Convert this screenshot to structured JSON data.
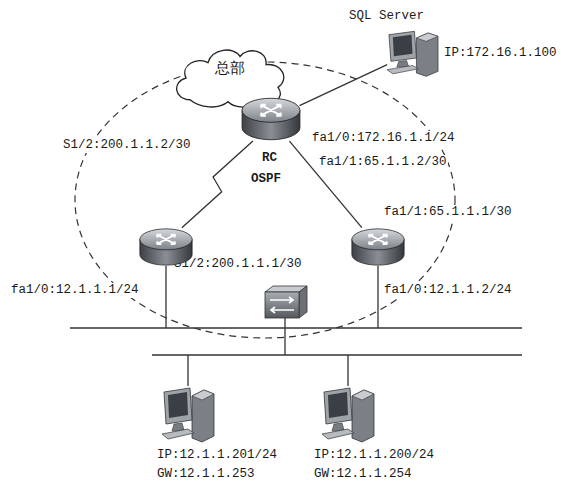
{
  "diagram": {
    "nodes": [
      {
        "text": [
          "总部"
        ]
      },
      {
        "text": [
          "SQL Server",
          "IP:172.16.1.100"
        ]
      },
      {
        "text": [
          "RC"
        ]
      },
      {
        "text": [
          "fa1/0:12.1.1.1/24"
        ]
      },
      {
        "text": [
          "fa1/0:12.1.1.2/24"
        ]
      },
      {
        "text": [
          "IP:12.1.1.201/24",
          "GW:12.1.1.253"
        ]
      },
      {
        "text": [
          "IP:12.1.1.200/24",
          "GW:12.1.1.254"
        ]
      }
    ],
    "edges": [
      {
        "from": 1,
        "to": 2,
        "arrow": "none"
      },
      {
        "from": 2,
        "to": 3,
        "arrow": "none"
      },
      {
        "from": 2,
        "to": 4,
        "arrow": "none"
      }
    ],
    "labels": [
      "fa1/0:172.16.1.1/24",
      "fa1/1:65.1.1.2/30",
      "OSPF",
      "S1/2:200.1.1.2/30",
      "fa1/1:65.1.1.1/30",
      "S1/2:200.1.1.1/30"
    ]
  }
}
